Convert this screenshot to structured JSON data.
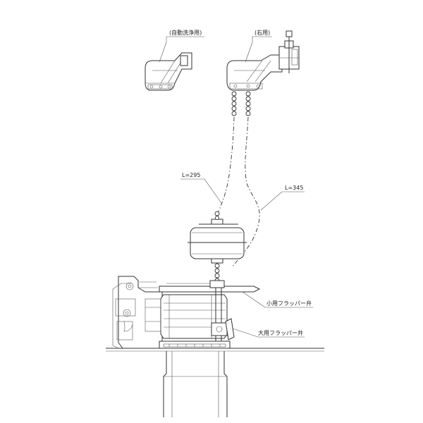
{
  "labels": {
    "auto_flush": "(自動洗浄用)",
    "right_use": "(右用)",
    "chain_short": "L=295",
    "chain_long": "L=345",
    "small_flapper": "小用フラッパー弁",
    "large_flapper": "大用フラッパー弁"
  },
  "colors": {
    "line": "#333333",
    "background": "#ffffff"
  }
}
